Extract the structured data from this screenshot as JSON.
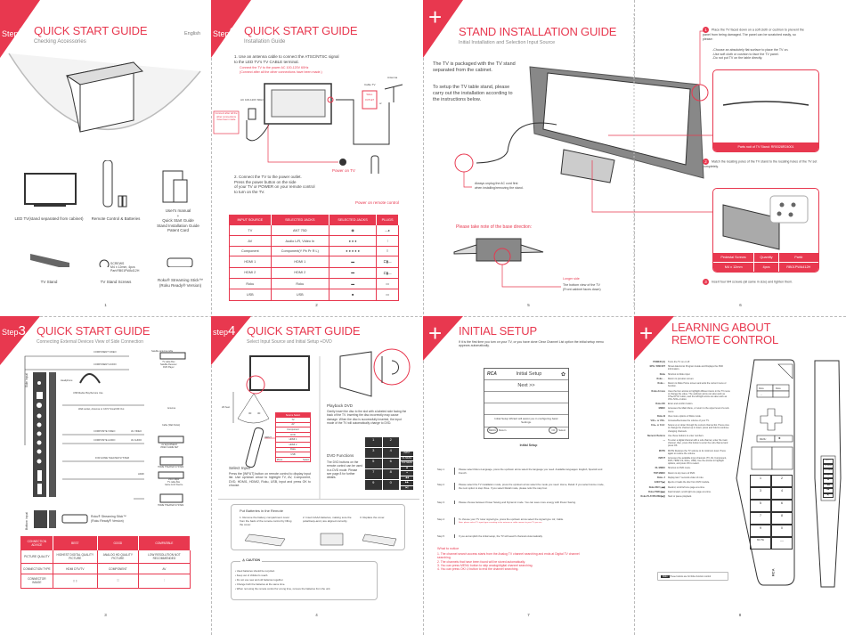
{
  "colors": {
    "accent": "#e8384f",
    "text": "#444444"
  },
  "p1": {
    "step": "Step",
    "num": "1",
    "title": "QUICK START GUIDE",
    "subtitle": "Checking Accessories",
    "lang": "English",
    "items": [
      "LED TV(stand separated from cabinet)",
      "Remote Control & Batteries",
      "User's manual\n+\nQuick Start Guide\nStand Installation Guide\nPatent Card",
      "TV Stand",
      "TV Stand Screws",
      "Roku® Streaming Stick™\n(Roku Ready® Version)"
    ],
    "screws_label": "SCREWS\nM4 x 12mm, 4pcs\nPart:RB01PWA412H",
    "page": "1"
  },
  "p2": {
    "step": "Step",
    "num": "2",
    "title": "QUICK START GUIDE",
    "subtitle": "Installation Guide",
    "s1": "1. Use an antenna cable to connect the ATSC/NTSC signal to the LED TV's TV CABLE terminal.",
    "s1_note": "Connect the TV to the power AC 100-120V 60Hz\n(Connect after all the other connections have been made.)",
    "ac_label": "AC 100-120V 60Hz",
    "connect_after": "Connect after all the other connections have been made",
    "cable_tv": "Cable TV",
    "antenna": "Antenna",
    "wall_outlet": "WALL OUTLET",
    "or": "or",
    "power_on_tv": "Power on TV",
    "s2": "2. Connect the TV to the power outlet.\nPress the power button on the side\nof your TV or POWER on your remote control\nto turn on the TV.",
    "power_on_remote": "Power on remote control",
    "table": {
      "headers": [
        "INPUT SOURCE",
        "SELECTED JACKS",
        "SELECTED JACKS",
        "PLUGS"
      ],
      "rows": [
        [
          "TV",
          "ANT 75Ω"
        ],
        [
          "AV",
          "Audio L/R, Video In"
        ],
        [
          "Component",
          "Component(Y Pb Pr R L)"
        ],
        [
          "HDMI 1",
          "HDMI 1"
        ],
        [
          "HDMI 2",
          "HDMI 2"
        ],
        [
          "Roku",
          "Roku"
        ],
        [
          "USB",
          "USB"
        ]
      ]
    },
    "page": "2"
  },
  "p56": {
    "title": "STAND INSTALLATION GUIDE",
    "subtitle": "Initial Installation and Selection Input Source",
    "intro1": "The TV is packaged with the TV stand separated from the cabinet.",
    "intro2": "To setup the TV table stand, please carry out the installation according to the instructions below.",
    "unplug": "Always unplug the AC cord first\nwhen installing/removing the stand.",
    "base_note": "Please take note of the base direction:",
    "longer_side": "Longer side",
    "bottom_view": "The bottom view of the TV\n(Front cabinet faces down)",
    "step1": "Place the TV faced down on a soft cloth or cushion to prevent the panel from being damaged. The panel can be scratched easily, so please:",
    "step1_list": "-Choose an absolutely flat surface to place the TV on.\n-Use soft cloth or cushion to face the TV panel.\n-Do not put TV on the table directly.",
    "parts_no": "Parts no# of TV Stand: RR0328R24001",
    "step2": "Match the locating poles of the TV stand to the locating holes of the TV set completely.",
    "screw_table": {
      "headers": [
        "Pedestal Screws",
        "Quantity",
        "Part#"
      ],
      "row": [
        "M4 x 12mm",
        "4pcs",
        "RB01PWA412H"
      ]
    },
    "step3": "Insert four M4 screws (all same in size) and tighten them.",
    "page5": "5",
    "page6": "6"
  },
  "p3": {
    "step": "Step",
    "num": "3",
    "title": "QUICK START GUIDE",
    "subtitle": "Connecting External Devices View of Side Connection",
    "side_input": "Side input",
    "bottom_input": "Bottom input",
    "labels": [
      "COMPONENT VIDEO",
      "COMPONENT AUDIO",
      "Headphone",
      "USB Media Play/Service Use",
      "Wall socket, Antenna or CATV Smart/RF Out",
      "COMPOSITE VIDEO",
      "AV VIDEO",
      "COMPOSITE AUDIO",
      "AV AUDIO",
      "FOR HOME THEATER SYSTEM",
      "HDMI"
    ],
    "devices": [
      "Satellite antenna cable",
      "TV cable Box\nSatellite Receiver\nDVD Player",
      "Antenna",
      "Cable (Wall Outlet)",
      "AV EQUIPMENT\nVIDEO GAME SET",
      "HOME THEATER SYSTEM",
      "DVD Player\nTV cable Box\nGame & AV Device",
      "HOME THEATER SYSTEM"
    ],
    "roku": "Roku® Streaming Stick™\n(Roku Ready® Version)",
    "table": {
      "headers": [
        "CONNECTION ADVICE",
        "BEST",
        "GOOD",
        "COMPATIBLE"
      ],
      "rows": [
        [
          "PICTURE QUALITY",
          "HIGHEST DIGITAL QUALITY PICTURE",
          "ANALOG HD QUALITY PICTURE",
          "LOW RESOLUTION NOT RECOMMENDED"
        ],
        [
          "CONNECTION TYPE",
          "HDMI   DTV/TV",
          "COMPONENT",
          "AV"
        ],
        [
          "CONNECTOR IMAGE",
          "",
          "",
          ""
        ]
      ]
    },
    "page": "3"
  },
  "p4": {
    "step": "step",
    "num": "4",
    "title": "QUICK START GUIDE",
    "subtitle": "Select Input Source and Initial Setup +DVD",
    "distance": "20 feet",
    "angle": "30",
    "input_label": "INPUT",
    "source_menu": {
      "title": "Source Select",
      "items": [
        "TV",
        "AV",
        "Component",
        "DVD",
        "HDMI 1",
        "HDMI 2",
        "Roku",
        "USB"
      ],
      "move": "Move",
      "select": "Select"
    },
    "select_input_title": "Select Input",
    "select_input": "Press the [INPUT] button on remote control to display input list. Use up/down arrow to highlight TV, AV, Component, DVD, HDMI1, HDMI2, Roku, USB, input and press OK to choose.",
    "playback_title": "Playback DVD",
    "playback": "Gently insert the disc to the slot with a labeled side facing the back of the TV. Inserting the disc incorrectly may cause damage. When the disc is successfully inserted, the input mode of the TV will automatically change to DVD.",
    "dvd_title": "DVD Functions",
    "dvd": "The DVD buttons on the remote control can be used in a DVD mode. Please see page 8 for further details.",
    "keys": [
      "1",
      "2",
      "3",
      "4",
      "5",
      "6",
      "7",
      "8",
      "9",
      "0"
    ],
    "side_keys": [
      "INPUT",
      "DL MENU",
      "TOP MENU",
      "⏏",
      "▲",
      "◀◀",
      "▶▶",
      "▶||"
    ],
    "batteries_title": "Put Batteries in the Remote",
    "bat_steps": [
      "1. Remove the battery compartment cover from the back of the remote control by lifting the cover.",
      "2. Insert 2AAA batteries, making sure the polarities(+and-) are aligned correctly.",
      "3. Replace the cover."
    ],
    "caution": "CAUTION",
    "caution_items": [
      "• Used batteries should be recycled.",
      "• Keep out of children's reach.",
      "• Do not use new and old batteries together.",
      "• Change both the batteries at the same time.",
      "• When not using the remote control for a long time, remove the batteries from the unit."
    ],
    "page": "4"
  },
  "p7": {
    "title": "INITIAL SETUP",
    "intro": "If it is the first time you turn on your TV, or you have done Clear Channel List option the initial setup menu appears automatically.",
    "screen": {
      "logo": "RCA",
      "title": "Initial Setup",
      "next": "Next >>",
      "wizard": "Initial Setup Wizard will assist you in configuring basic Settings.",
      "menu": "MENU",
      "return": "Return",
      "ok": "OK",
      "select": "Select"
    },
    "caption": "Initial Setup",
    "steps": [
      {
        "label": "Step 1",
        "text": "Please select Menu Language, press the up/down arrow select the language you need. Available languages: English, Spanish and French."
      },
      {
        "label": "Step 2",
        "text": "Please select the TV installation mode, press the up/down arrow select the mode you need: Home, Retail. If you select Home mode, the next option is step three. If you select Retail mode, please refer the step four."
      },
      {
        "label": "Step 3",
        "text": "Please choose between Power Saving and Dynamic mode. You can save more energy with Power Saving."
      },
      {
        "label": "Step 4",
        "text": "To choose your TV tuner signal type, press the up/down arrow select the signal type: Air, Cable.",
        "note": "Note: please select TV signal type according to the antenna or cable connect to your TV you use."
      },
      {
        "label": "Step 5",
        "text": "If you accomplish the initial setup, the TV will search channels Automatically."
      }
    ],
    "notice_title": "What to notice",
    "notice": [
      "1. The channel search access starts from the Analog TV channel searching and ends at Digital TV channel searching.",
      "2. The channels that have been found will be stored automatically.",
      "3. You can press MENU button to skip analog/digital channel searching.",
      "4. You can press OK/ ⏻ button to end the channel searching."
    ],
    "page": "7"
  },
  "p8": {
    "title1": "LEARNING ABOUT",
    "title2": "REMOTE CONTROL",
    "keys": [
      [
        "POWER (⏻)",
        "Turns the TV on or off."
      ],
      [
        "EPG / DISC/DT",
        "Shows Electronic Program Guide and Displays the DVD information."
      ],
      [
        "Roku",
        "Shortcut to Roku input"
      ],
      [
        "Roku ←",
        "Return to previous screen."
      ],
      [
        "Roku ⌂",
        "Return to Roku Home screen and exits the current menu or function."
      ],
      [
        "Roku Arrows",
        "Uses the four arrows to highlight different items in the TV menu or change the value. The up/down arrow can also work as CH▲/CH▼ button, and the left/right arrow can also work as VOL-/VOL+ button."
      ],
      [
        "Roku OK",
        "Enter and confirm button."
      ],
      [
        "MENU",
        "Accesses the Main Menu, or return to the upper level of a sub-menu."
      ],
      [
        "Roku ✱",
        "View more options of Roku mode."
      ],
      [
        "VOL+ or VOL-",
        "Increase/Decrease the volume of your TV."
      ],
      [
        "CH▲ or CH▼",
        "Scans up or down through the current channel list. Press once to change the channel up or down; press and hold to continue changing channels."
      ],
      [
        "Numeric Buttons",
        "Use these buttons to enter numbers."
      ],
      [
        "—",
        "To enter a digital channel with a sub-channel, enter the main channel, then, press this button to enter the sub-channel and press OK."
      ],
      [
        "MUTE",
        "MUTE Reduces the TV volume to its minimum level. Press again to restore the volume."
      ],
      [
        "INPUT",
        "Accesses the available input channels (TV, AV, Component, DVD, HDMI 1/2, Roku, USB). Use the arrows to highlight options, and press OK to select."
      ],
      [
        "DL MENU",
        "Shortcut to DVD menu."
      ],
      [
        "TOP MENU",
        "Return to top menu of DVD."
      ],
      [
        "Roku ↺",
        "Replay last 7 seconds video of roku."
      ],
      [
        "EJECT(⏏)",
        "Ejects or loads the disc from DVD module."
      ],
      [
        "Roku REV (◀◀)",
        "Rewind, scroll left one page at a time."
      ],
      [
        "Roku FWD (▶▶)",
        "Fast forward, scroll right one page at a time."
      ],
      [
        "Roku PLAY/PAUSE(▶||)",
        "Start or pause playback."
      ]
    ],
    "roku_note": "These buttons are for Roku function control",
    "remote": {
      "home": "Roku",
      "back": "←",
      "menu": "MENU",
      "star": "✱",
      "nums": [
        "1",
        "2",
        "3",
        "4",
        "5",
        "6",
        "7",
        "8",
        "9",
        "0"
      ],
      "mute": "MUTE",
      "dash": "—",
      "brand": "RCA",
      "side": [
        "INPUT",
        "DL MENU",
        "TOP MENU",
        "↺",
        "⏏",
        "◀◀",
        "▶▶",
        "▶||"
      ]
    },
    "page": "8"
  }
}
